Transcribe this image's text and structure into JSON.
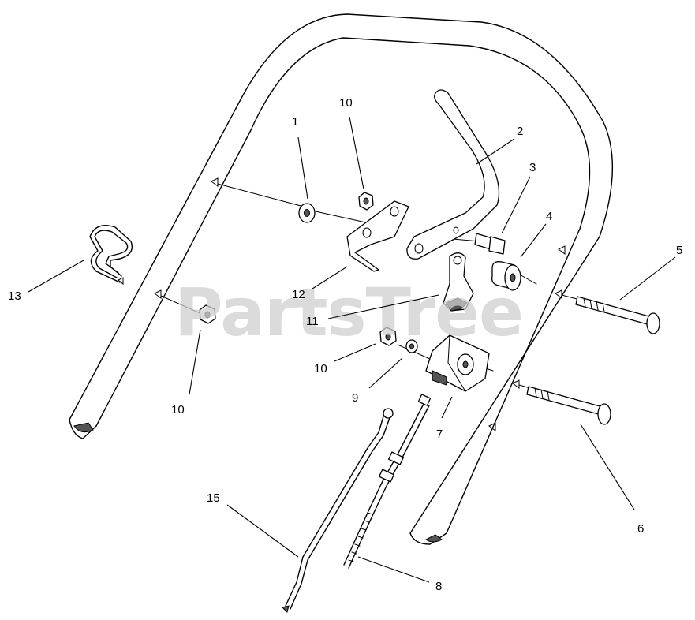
{
  "watermark": "PartsTree",
  "callouts": {
    "c1": "1",
    "c2": "2",
    "c3": "3",
    "c4": "4",
    "c5": "5",
    "c6": "6",
    "c7": "7",
    "c8": "8",
    "c9": "9",
    "c10a": "10",
    "c10b": "10",
    "c10c": "10",
    "c11": "11",
    "c12": "12",
    "c13": "13",
    "c15": "15"
  }
}
